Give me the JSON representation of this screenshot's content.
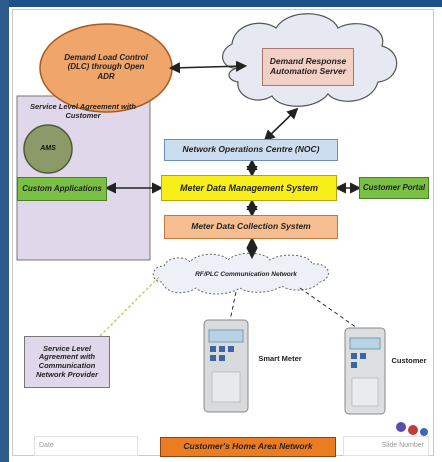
{
  "nodes": {
    "dlc": "Demand Load Control (DLC) through Open ADR",
    "drs": "Demand Response Automation Server",
    "sla_customer": "Service Level Agreement with Customer",
    "ams": "AMS",
    "noc": "Network Operations Centre (NOC)",
    "custom_apps": "Custom Applications",
    "mdms": "Meter Data Management System",
    "portal": "Customer Portal",
    "mdcs": "Meter Data Collection System",
    "rf_network": "RF/PLC Communication Network",
    "sla_network": "Service Level Agreement with Communication Network Provider",
    "smart_meter": "Smart Meter",
    "customer": "Customer",
    "han": "Customer's Home Area Network",
    "bottom_left": "Date",
    "bottom_right": "Slide Number"
  },
  "colors": {
    "dlc_fill": "#f0a56a",
    "cloud_fill": "#e6e8f2",
    "drs_fill": "#f3d0c4",
    "sla_fill": "#e0d8ea",
    "ams_fill": "#8c9a6a",
    "noc_fill": "#cdddf0",
    "green_fill": "#79c045",
    "mdms_fill": "#f8ef1a",
    "mdcs_fill": "#f6bd90",
    "han_fill": "#ec7c22",
    "accent_blue": "#1f4f8a"
  }
}
